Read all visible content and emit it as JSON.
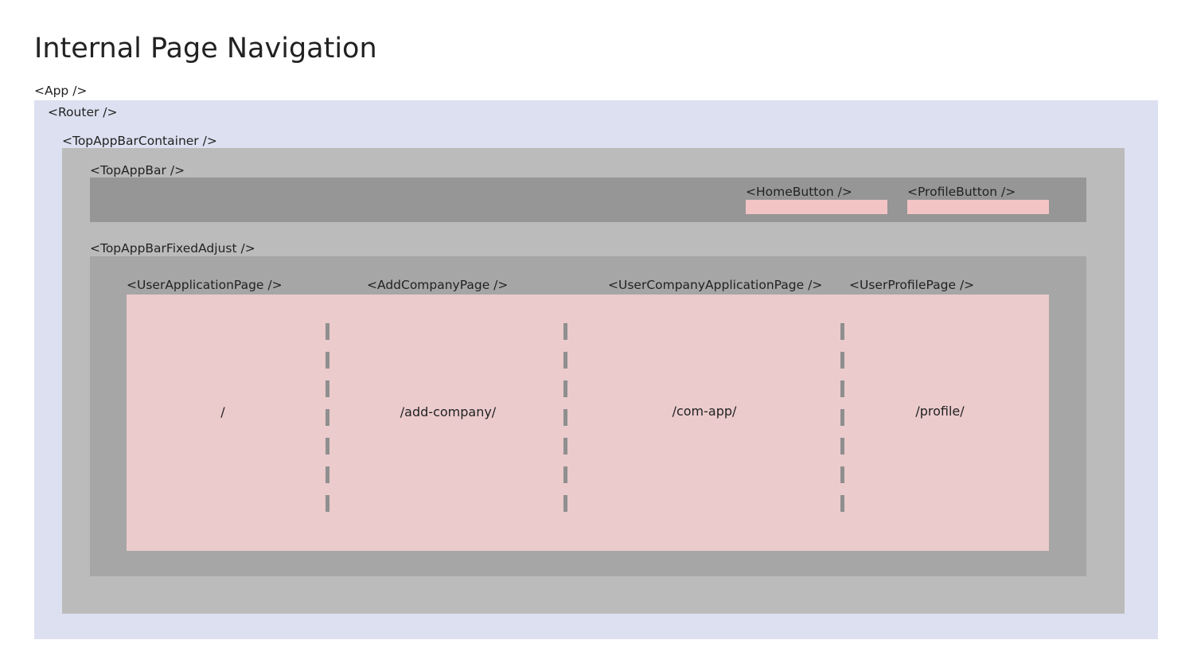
{
  "title": "Internal Page Navigation",
  "components": {
    "app": "<App />",
    "router": "<Router />",
    "top_app_bar_container": "<TopAppBarContainer />",
    "top_app_bar": "<TopAppBar />",
    "home_button": "<HomeButton />",
    "profile_button": "<ProfileButton />",
    "top_app_bar_fixed_adjust": "<TopAppBarFixedAdjust />",
    "user_application_page": "<UserApplicationPage />",
    "add_company_page": "<AddCompanyPage />",
    "user_company_application_page": "<UserCompanyApplicationPage />",
    "user_profile_page": "<UserProfilePage />"
  },
  "routes": {
    "root": "/",
    "add_company": "/add-company/",
    "com_app": "/com-app/",
    "profile": "/profile/"
  },
  "colors": {
    "router_bg": "#dde0f0",
    "container_bg": "#bbbbbb",
    "top_app_bar_bg": "#969696",
    "fixed_adjust_bg": "#a6a6a6",
    "button_bg": "#f3c4c4",
    "pages_bg": "#ebcbcc",
    "divider": "#8f8f8f"
  }
}
